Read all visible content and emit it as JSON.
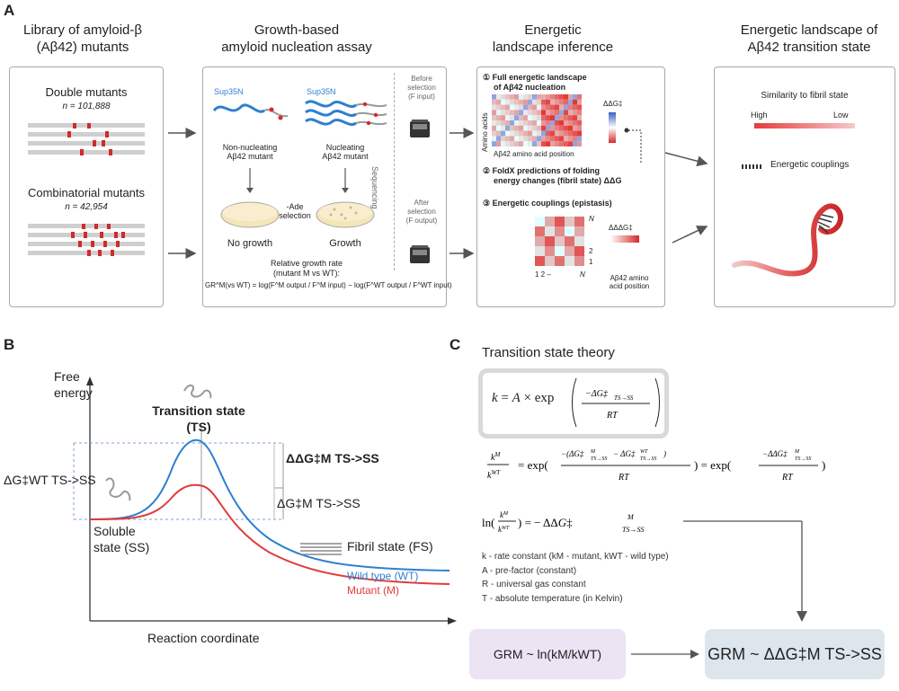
{
  "panelA": {
    "letter": "A",
    "col1": {
      "title_l1": "Library of amyloid-β",
      "title_l2": "(Aβ42) mutants",
      "double_label": "Double mutants",
      "double_n": "n = 101,888",
      "combi_label": "Combinatorial mutants",
      "combi_n": "n = 42,954"
    },
    "col2": {
      "title_l1": "Growth-based",
      "title_l2": "amyloid nucleation assay",
      "sup35n_a": "Sup35N",
      "sup35n_b": "Sup35N",
      "non_nuc_l1": "Non-nucleating",
      "non_nuc_l2": "Aβ42 mutant",
      "nuc_l1": "Nucleating",
      "nuc_l2": "Aβ42 mutant",
      "ade_l1": "-Ade",
      "ade_l2": "selection",
      "no_growth": "No growth",
      "growth": "Growth",
      "rgr_l1": "Relative growth rate",
      "rgr_l2": "(mutant M vs WT):",
      "formula": "GR^M(vs WT) = log(F^M output / F^M input) − log(F^WT output / F^WT input)",
      "before_l1": "Before",
      "before_l2": "selection",
      "before_l3": "(F input)",
      "sequencing": "Sequencing",
      "after_l1": "After",
      "after_l2": "selection",
      "after_l3": "(F output)"
    },
    "col3": {
      "title_l1": "Energetic",
      "title_l2": "landscape inference",
      "item1_l1": "① Full energetic landscape",
      "item1_l2": "of Aβ42 nucleation",
      "ddg": "ΔΔG‡",
      "amino_acids": "Amino acids",
      "aa_position": "Aβ42 amino acid position",
      "item2_l1": "② FoldX predictions of folding",
      "item2_l2": "energy changes (fibril state) ΔΔG",
      "item3": "③ Energetic couplings (epistasis)",
      "dddg": "ΔΔΔG‡",
      "n_top": "N",
      "n_bottom": "N",
      "ticks_right": [
        "2",
        "1"
      ],
      "ticks_bottom": "1 2 –",
      "aa_position2_l1": "Aβ42 amino",
      "aa_position2_l2": "acid position"
    },
    "col4": {
      "title_l1": "Energetic landscape of",
      "title_l2": "Aβ42 transition state",
      "similarity": "Similarity to fibril state",
      "high": "High",
      "low": "Low",
      "couplings": "Energetic couplings"
    }
  },
  "panelB": {
    "letter": "B",
    "ylabel_l1": "Free",
    "ylabel_l2": "energy",
    "ts_l1": "Transition state",
    "ts_l2": "(TS)",
    "ss_l1": "Soluble",
    "ss_l2": "state (SS)",
    "fs": "Fibril state (FS)",
    "wt_label": "Wild type (WT)",
    "m_label": "Mutant (M)",
    "xlabel": "Reaction coordinate",
    "dg_wt": "ΔG‡WT TS->SS",
    "ddg_m": "ΔΔG‡M TS->SS",
    "dg_m": "ΔG‡M TS->SS",
    "colors": {
      "wt": "#2f7fcf",
      "mutant": "#e23b3b"
    }
  },
  "panelC": {
    "letter": "C",
    "title": "Transition state theory",
    "legend": [
      "k - rate constant (kM - mutant, kWT - wild type)",
      "A - pre-factor (constant)",
      "R - universal gas constant",
      "T - absolute temperature (in Kelvin)"
    ],
    "box_left": "GRM ~ ln(kM/kWT)",
    "box_right": "GRM ~ ΔΔG‡M TS->SS",
    "colors": {
      "left_box": "#ece3f3",
      "right_box": "#dde6ec"
    }
  }
}
